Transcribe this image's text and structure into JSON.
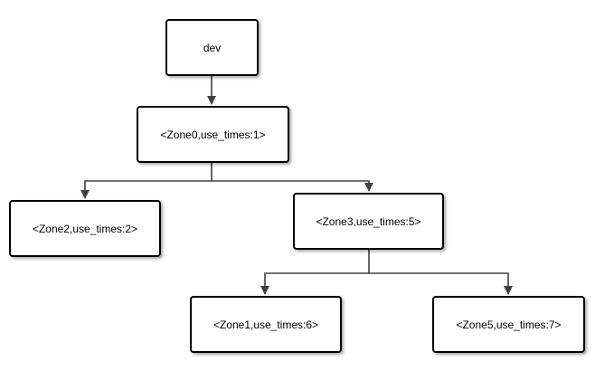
{
  "diagram": {
    "line_color": "#404040",
    "nodes": {
      "dev": "dev",
      "zone0": "<Zone0,use_times:1>",
      "zone2": "<Zone2,use_times:2>",
      "zone3": "<Zone3,use_times:5>",
      "zone1": "<Zone1,use_times:6>",
      "zone5": "<Zone5,use_times:7>"
    },
    "edges": [
      {
        "from": "dev",
        "to": "zone0"
      },
      {
        "from": "zone0",
        "to": "zone2"
      },
      {
        "from": "zone0",
        "to": "zone3"
      },
      {
        "from": "zone3",
        "to": "zone1"
      },
      {
        "from": "zone3",
        "to": "zone5"
      }
    ]
  }
}
